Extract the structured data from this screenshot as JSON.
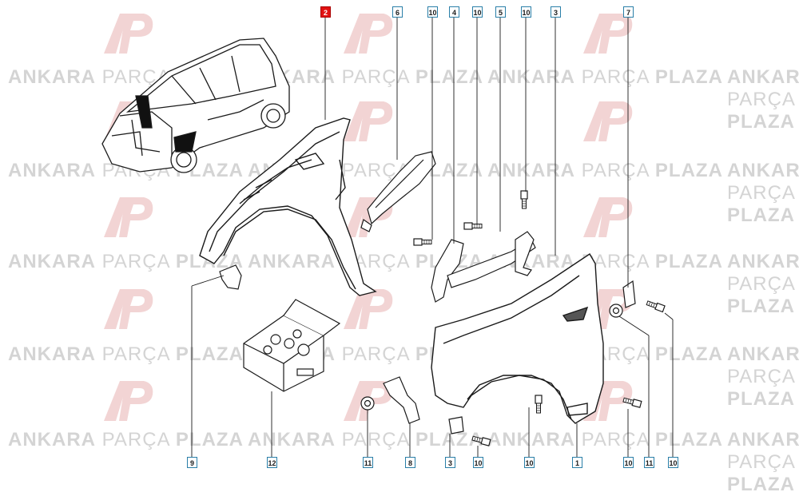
{
  "watermark": {
    "word1": "ANKARA",
    "word2": "PARÇA",
    "word3": "PLAZA"
  },
  "colors": {
    "callout_border": "#2a7fa8",
    "selected": "#e11212",
    "watermark": "#d4d4d4",
    "line": "#1a1a1a"
  },
  "callouts": [
    {
      "label": "2",
      "selected": true
    },
    {
      "label": "6"
    },
    {
      "label": "10"
    },
    {
      "label": "4"
    },
    {
      "label": "10"
    },
    {
      "label": "5"
    },
    {
      "label": "10"
    },
    {
      "label": "3"
    },
    {
      "label": "7"
    },
    {
      "label": "9"
    },
    {
      "label": "12"
    },
    {
      "label": "11"
    },
    {
      "label": "8"
    },
    {
      "label": "3"
    },
    {
      "label": "10"
    },
    {
      "label": "10"
    },
    {
      "label": "1"
    },
    {
      "label": "10"
    },
    {
      "label": "11"
    },
    {
      "label": "10"
    }
  ]
}
